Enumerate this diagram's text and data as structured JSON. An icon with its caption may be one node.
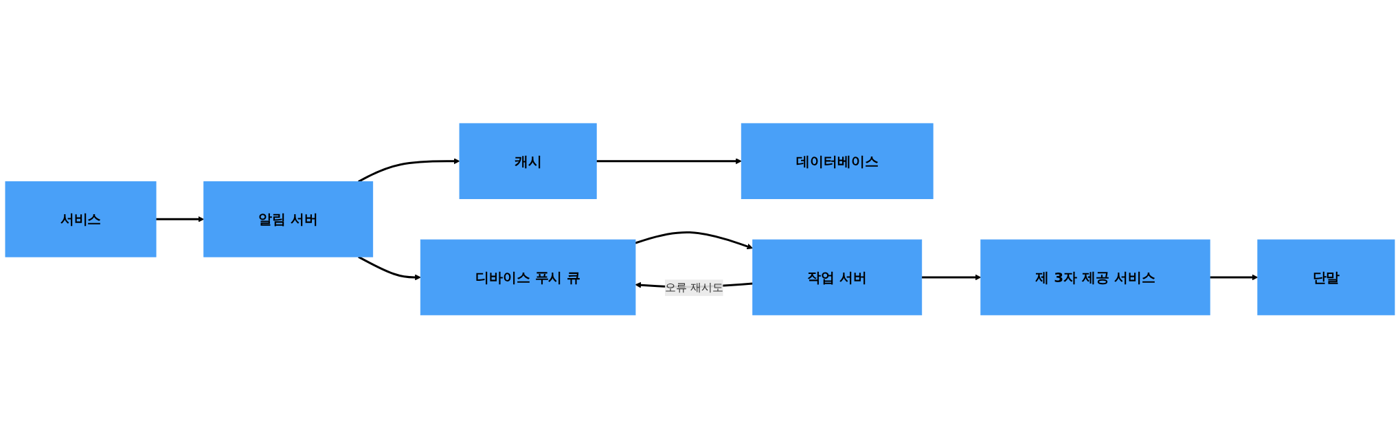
{
  "diagram": {
    "nodes": [
      {
        "text": [
          "서비스"
        ]
      },
      {
        "text": [
          "알림 서버"
        ]
      },
      {
        "text": [
          "캐시"
        ]
      },
      {
        "text": [
          "데이터베이스"
        ]
      },
      {
        "text": [
          "디바이스 푸시 큐"
        ]
      },
      {
        "text": [
          "작업 서버"
        ]
      },
      {
        "text": [
          "제 3자 제공 서비스"
        ]
      },
      {
        "text": [
          "단말"
        ]
      }
    ],
    "edges": [
      {
        "from": 0,
        "to": 1,
        "arrow": "to"
      },
      {
        "from": 1,
        "to": 2,
        "arrow": "to"
      },
      {
        "from": 2,
        "to": 3,
        "arrow": "to"
      },
      {
        "from": 1,
        "to": 4,
        "arrow": "to"
      },
      {
        "from": 4,
        "to": 5,
        "arrow": "to"
      },
      {
        "from": 5,
        "to": 4,
        "arrow": "to",
        "label": "오류 재시도"
      },
      {
        "from": 5,
        "to": 6,
        "arrow": "to"
      },
      {
        "from": 6,
        "to": 7,
        "arrow": "to"
      }
    ]
  }
}
